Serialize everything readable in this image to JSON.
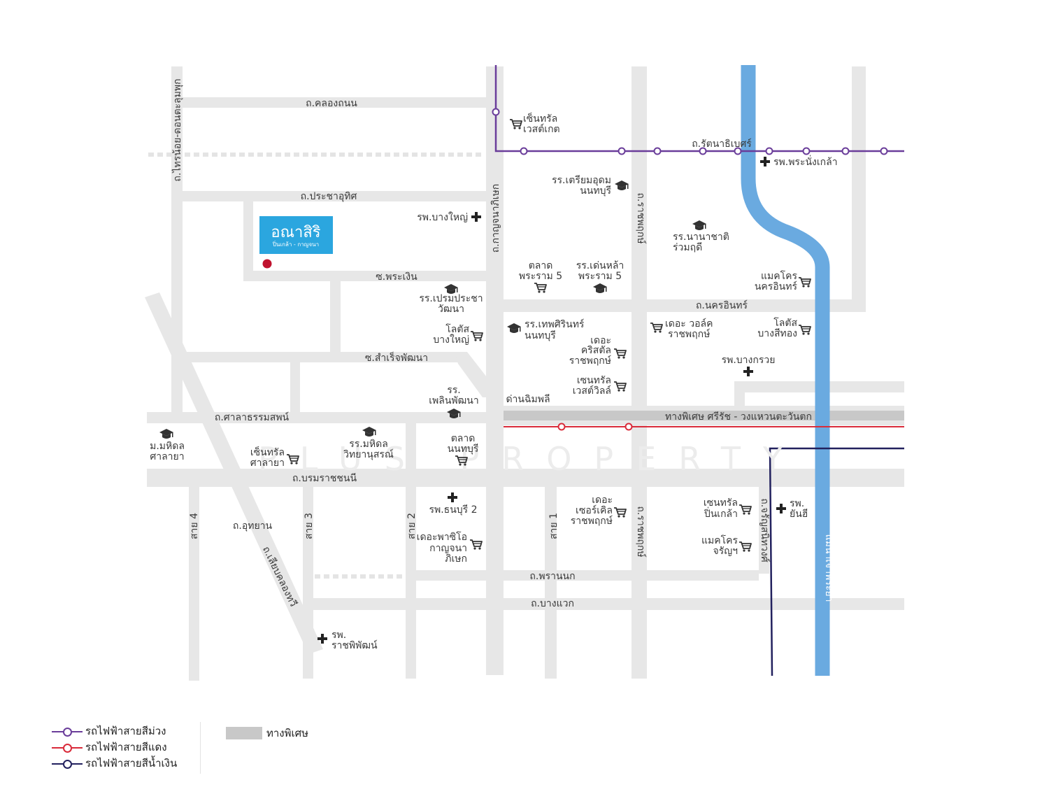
{
  "colors": {
    "road": "#e7e7e7",
    "river": "#6aaae0",
    "purple_line": "#6a3d9a",
    "red_line": "#d92b3a",
    "blue_line": "#22215e",
    "expressway": "#c8c8c8",
    "project": "#2ba6df",
    "pin": "#c0122e",
    "watermark": "#ececec"
  },
  "project": {
    "name": "อณาสิริ",
    "subtitle": "ปิ่นเกล้า - กาญจนา"
  },
  "watermark": "PLUS PROPERTY",
  "roads": {
    "khlong_thanon": "ถ.คลองถนน",
    "sainoi": "ถ.ไทรน้อย-ดอนตะลุมพุก",
    "pracha_uthit": "ถ.ประชาอุทิศ",
    "phra_ngoen": "ซ.พระเงิน",
    "samret_phatthana": "ซ.สำเร็จพัฒนา",
    "kanchanaphisek": "ถ.กาญจนาภิเษก",
    "rattanathibet": "ถ.รัตนาธิเบศร์",
    "ratchaphruek": "ถ.ราชพฤกษ์",
    "nakhon_in": "ถ.นครอินทร์",
    "sala_thammasop": "ถ.ศาลาธรรมสพน์",
    "borommaratchachonnani": "ถ.บรมราชชนนี",
    "uthayan": "ถ.อุทยาน",
    "sai4": "สาย 4",
    "sai3": "สาย 3",
    "sai2": "สาย 2",
    "sai1": "สาย 1",
    "lieb_khlong_thawi": "ถ.เลียบคลองทวี",
    "phran_nok": "ถ.พรานนก",
    "bang_waek": "ถ.บางแวก",
    "charansanitwong": "ถ.จรัญสนิทวงศ์",
    "expressway": "ทางพิเศษ ศรีรัช - วงแหวนตะวันตก",
    "toll": "ด่านฉิมพลี"
  },
  "river_label": "แม่น้ำเจ้าพระยา",
  "places": {
    "central_westgate": [
      "เซ็นทรัล",
      "เวสต์เกต"
    ],
    "phra_nang_klao_hospital": [
      "รพ.พระนั่งเกล้า"
    ],
    "bang_yai_hospital": [
      "รพ.บางใหญ่"
    ],
    "triam_udom": [
      "รร.เตรียมอุดม",
      "นนทบุรี"
    ],
    "international_school": [
      "รร.นานาชาติ",
      "ร่วมฤดี"
    ],
    "market_rama5": [
      "ตลาด",
      "พระราม 5"
    ],
    "school_rama5": [
      "รร.เด่นหล้า",
      "พระราม 5"
    ],
    "makro_nakhon_in": [
      "แมคโคร",
      "นครอินทร์"
    ],
    "prem_pracha": [
      "รร.เปรมประชา",
      "วัฒนา"
    ],
    "lotus_bang_yai": [
      "โลตัส",
      "บางใหญ่"
    ],
    "thep_sirin": [
      "รร.เทพศิรินทร์",
      "นนทบุรี"
    ],
    "the_crystal": [
      "เดอะ",
      "คริสตัล",
      "ราชพฤกษ์"
    ],
    "the_walk": [
      "เดอะ วอล์ค",
      "ราชพฤกษ์"
    ],
    "lotus_bang_si_thong": [
      "โลตัส",
      "บางสีทอง"
    ],
    "bang_kruai_hospital": [
      "รพ.บางกรวย"
    ],
    "central_westville": [
      "เซนทรัล",
      "เวสต์วิลล์"
    ],
    "phloen_phatthana": [
      "รร.",
      "เพลินพัฒนา"
    ],
    "mahidol_salaya": [
      "ม.มหิดล",
      "ศาลายา"
    ],
    "central_salaya": [
      "เซ็นทรัล",
      "ศาลายา"
    ],
    "mahidol_wittayanusorn": [
      "รร.มหิดล",
      "วิทยานุสรณ์"
    ],
    "market_nonthaburi": [
      "ตลาด",
      "นนทบุรี"
    ],
    "thonburi2_hospital": [
      "รพ.ธนบุรี 2"
    ],
    "the_circle": [
      "เดอะ",
      "เซอร์เคิล",
      "ราชพฤกษ์"
    ],
    "central_pinklao": [
      "เซนทรัล",
      "ปิ่นเกล้า"
    ],
    "yanhee_hospital": [
      "รพ.",
      "ยันฮี"
    ],
    "the_paseo": [
      "เดอะพาซิโอ",
      "กาญจนา",
      "ภิเษก"
    ],
    "makro_charan": [
      "แมคโคร",
      "จรัญฯ"
    ],
    "rajaphiphat_hospital": [
      "รพ.",
      "ราชพิพัฒน์"
    ]
  },
  "legend": {
    "purple": "รถไฟฟ้าสายสีม่วง",
    "red": "รถไฟฟ้าสายสีแดง",
    "blue": "รถไฟฟ้าสายสีน้ำเงิน",
    "expressway": "ทางพิเศษ"
  }
}
